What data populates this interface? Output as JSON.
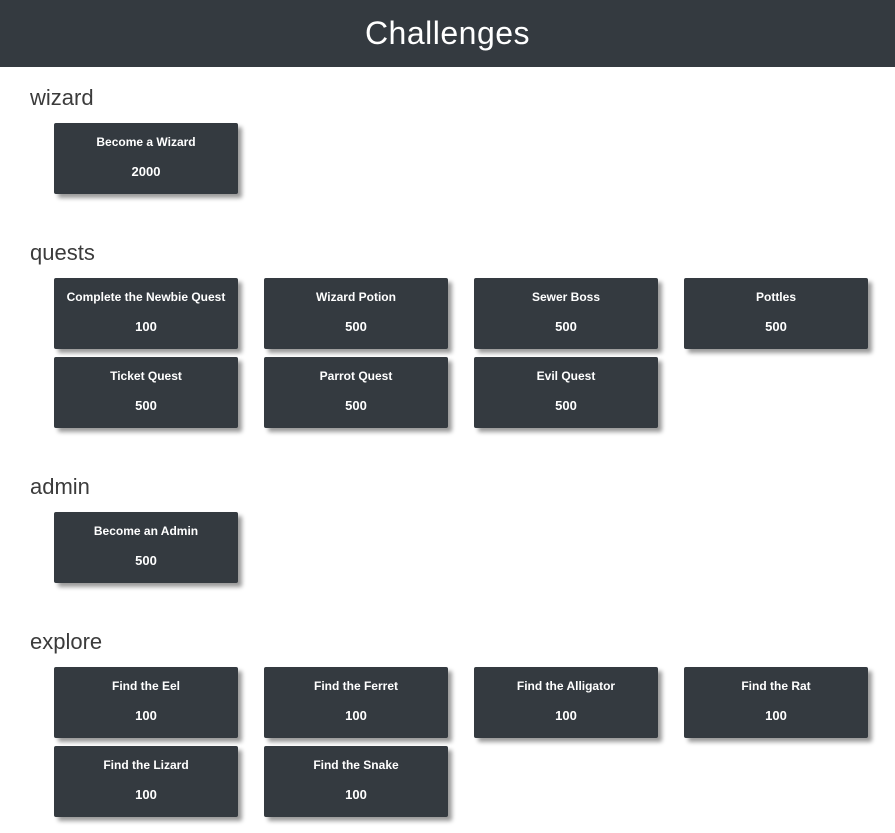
{
  "header": {
    "title": "Challenges"
  },
  "colors": {
    "header_bg": "#343a40",
    "header_text": "#ffffff",
    "card_bg": "#343a40",
    "card_text": "#ffffff",
    "section_title": "#3b3b3b"
  },
  "sections": [
    {
      "name": "wizard",
      "challenges": [
        {
          "name": "Become a Wizard",
          "value": "2000"
        }
      ]
    },
    {
      "name": "quests",
      "challenges": [
        {
          "name": "Complete the Newbie Quest",
          "value": "100"
        },
        {
          "name": "Wizard Potion",
          "value": "500"
        },
        {
          "name": "Sewer Boss",
          "value": "500"
        },
        {
          "name": "Pottles",
          "value": "500"
        },
        {
          "name": "Ticket Quest",
          "value": "500"
        },
        {
          "name": "Parrot Quest",
          "value": "500"
        },
        {
          "name": "Evil Quest",
          "value": "500"
        }
      ]
    },
    {
      "name": "admin",
      "challenges": [
        {
          "name": "Become an Admin",
          "value": "500"
        }
      ]
    },
    {
      "name": "explore",
      "challenges": [
        {
          "name": "Find the Eel",
          "value": "100"
        },
        {
          "name": "Find the Ferret",
          "value": "100"
        },
        {
          "name": "Find the Alligator",
          "value": "100"
        },
        {
          "name": "Find the Rat",
          "value": "100"
        },
        {
          "name": "Find the Lizard",
          "value": "100"
        },
        {
          "name": "Find the Snake",
          "value": "100"
        }
      ]
    }
  ]
}
